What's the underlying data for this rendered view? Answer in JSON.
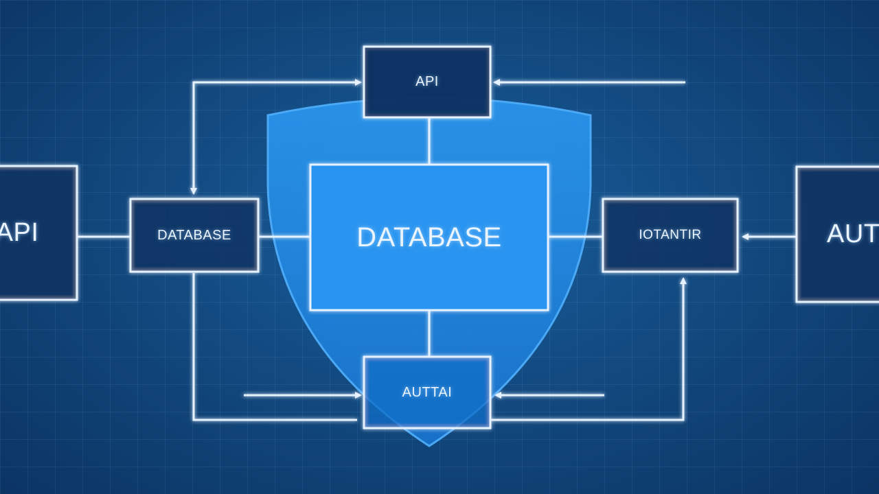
{
  "diagram": {
    "nodes": {
      "top": "API",
      "left_edge": "API",
      "left_mid": "DATABASE",
      "center": "DATABASE",
      "right_mid": "IOTANTIR",
      "right_edge": "AUT",
      "bottom": "AUTTAI"
    },
    "colors": {
      "background": "#124a80",
      "shield": "#1e8ae6",
      "center_box": "#2a95f0",
      "lines": "#dcecff"
    }
  }
}
